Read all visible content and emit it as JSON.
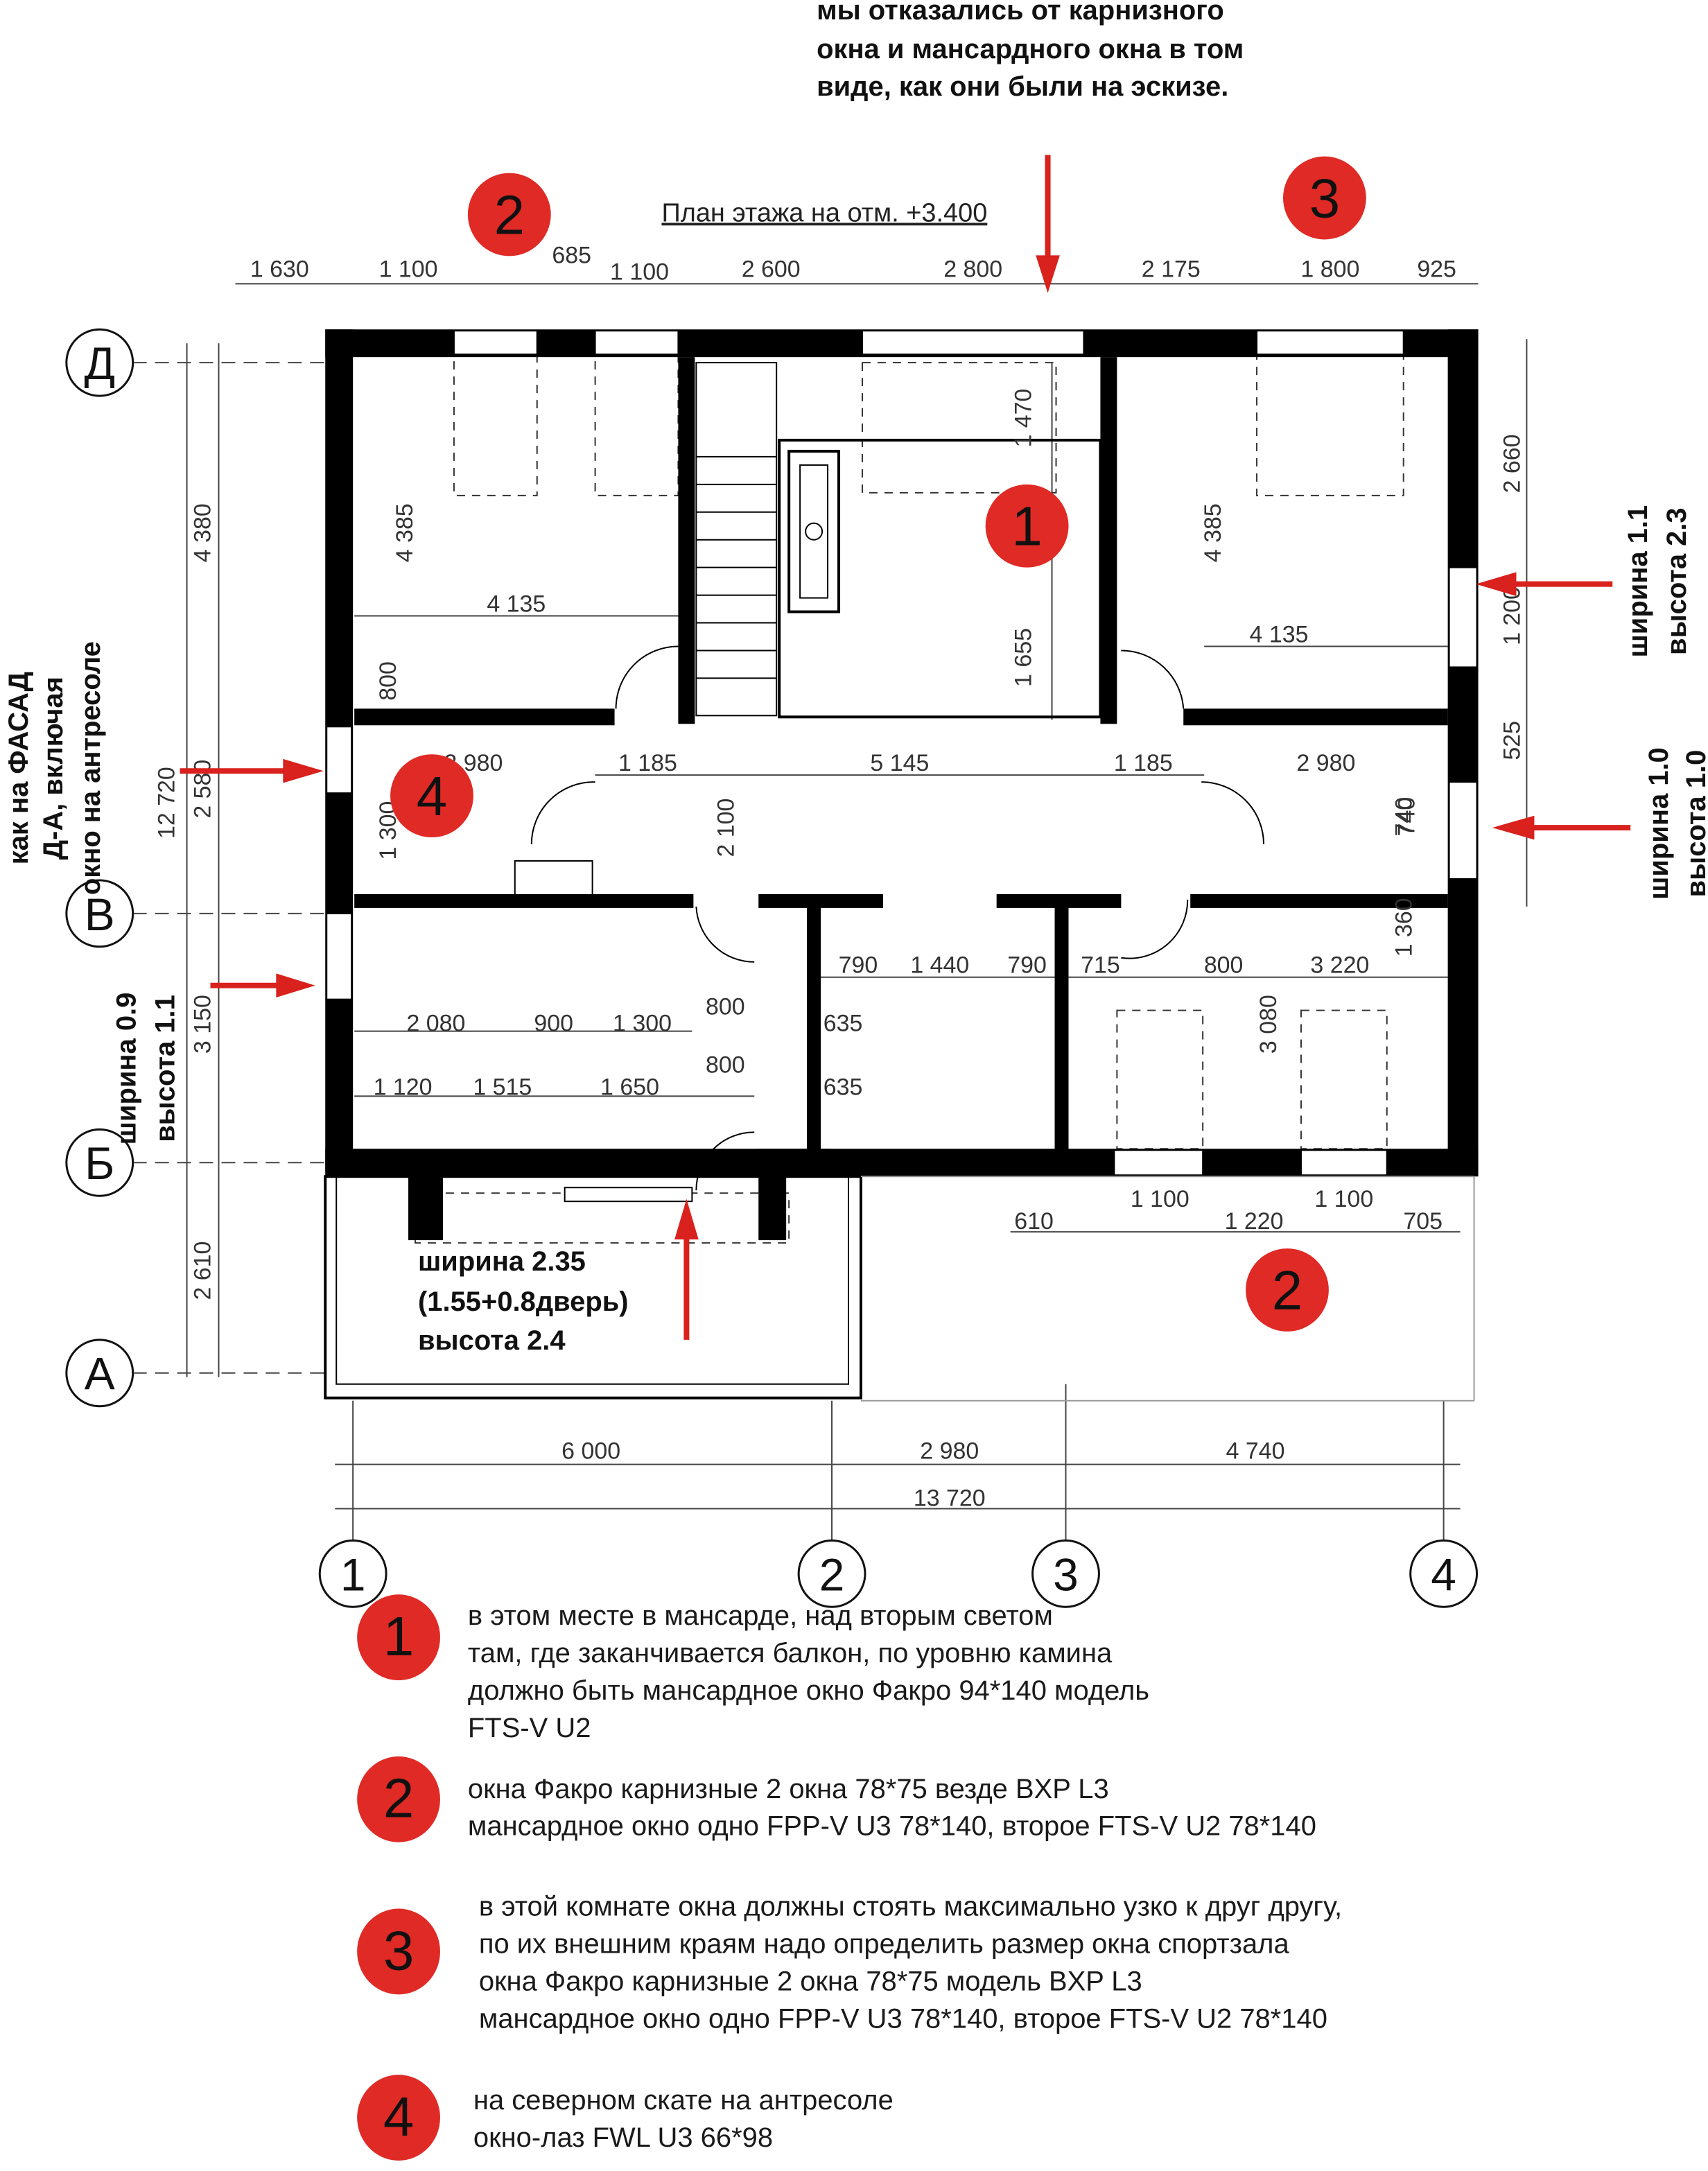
{
  "top_note": [
    "мы отказались от карнизного",
    "окна и мансардного окна в том",
    "виде, как они были на эскизе."
  ],
  "plan_title": "План этажа на отм. +3.400",
  "axes_letters": [
    "Д",
    "В",
    "Б",
    "А"
  ],
  "axes_numbers": [
    "1",
    "2",
    "3",
    "4"
  ],
  "top_dims": [
    "1 630",
    "1 100",
    "685",
    "1 100",
    "2 600",
    "2 800",
    "2 175",
    "1 800",
    "925"
  ],
  "left_dims": [
    "4 380",
    "2 580",
    "3 150",
    "2 610",
    "12 720"
  ],
  "right_dims": [
    "2 660",
    "1 200",
    "525",
    "740",
    "1 360"
  ],
  "bottom_dims": [
    "6 000",
    "2 980",
    "4 740",
    "13 720"
  ],
  "balcony_dims": [
    "610",
    "1 100",
    "1 220",
    "1 100",
    "705"
  ],
  "inner_dims": [
    "4 385",
    "4 135",
    "1 470",
    "1 655",
    "4 385",
    "4 135",
    "800",
    "2 980",
    "1 185",
    "5 145",
    "1 185",
    "2 980",
    "1 300",
    "2 100",
    "740",
    "790",
    "1 440",
    "790",
    "715",
    "800",
    "3 220",
    "2 080",
    "900",
    "1 300",
    "800",
    "635",
    "1 120",
    "1 515",
    "1 650",
    "800",
    "635",
    "3 080"
  ],
  "markers": [
    "1",
    "2",
    "3",
    "4",
    "2"
  ],
  "annotations": {
    "right_top": [
      "ширина 1.1",
      "высота 2.3"
    ],
    "right_bottom": [
      "ширина 1.0",
      "высота 1.0"
    ],
    "left_facade": [
      "как на ФАСАД",
      "Д-А, включая",
      "окно на антресоле"
    ],
    "left_window": [
      "ширина 0.9",
      "высота 1.1"
    ],
    "balcony_door": [
      "ширина 2.35",
      "(1.55+0.8дверь)",
      "высота 2.4"
    ]
  },
  "legend": [
    {
      "marker": "1",
      "lines": [
        "в этом месте в мансарде, над вторым светом",
        "там, где заканчивается балкон, по уровню камина",
        "должно быть мансардное окно Факро 94*140 модель",
        "FTS-V U2"
      ]
    },
    {
      "marker": "2",
      "lines": [
        "окна Факро карнизные 2 окна 78*75 везде BXP L3",
        "мансардное окно одно FPP-V U3 78*140, второе FTS-V U2 78*140"
      ]
    },
    {
      "marker": "3",
      "lines": [
        "в этой комнате окна должны стоять максимально узко к друг другу,",
        "по их внешним краям надо определить размер окна спортзала",
        "окна Факро карнизные 2  окна 78*75 модель BXP L3",
        "мансардное окно одно FPP-V U3 78*140, второе FTS-V U2 78*140"
      ]
    },
    {
      "marker": "4",
      "lines": [
        "на северном скате на антресоле",
        "окно-лаз FWL U3 66*98"
      ]
    }
  ],
  "colors": {
    "marker": "#e02a25",
    "arrow": "#d9211d",
    "wall": "#000000"
  }
}
